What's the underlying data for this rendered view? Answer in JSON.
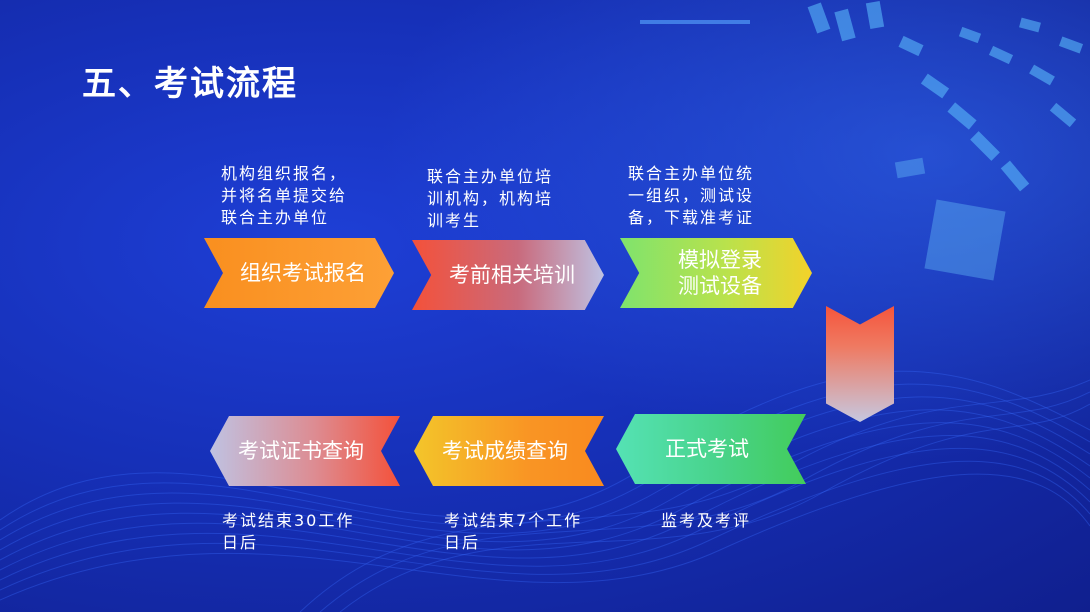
{
  "title": "五、考试流程",
  "steps": [
    {
      "label": "组织考试报名",
      "desc": "机构组织报名，\n并将名单提交给\n联合主办单位"
    },
    {
      "label": "考前相关培训",
      "desc": "联合主办单位培\n训机构，机构培\n训考生"
    },
    {
      "label": "模拟登录\n测试设备",
      "desc": "联合主办单位统\n一组织，测试设\n备，下载准考证"
    },
    {
      "label": "正式考试",
      "desc": "监考及考评"
    },
    {
      "label": "考试成绩查询",
      "desc": "考试结束7个工作\n日后"
    },
    {
      "label": "考试证书查询",
      "desc": "考试结束30工作\n日后"
    }
  ],
  "colors": {
    "orange": "#f98f1f",
    "red": "#f4513a",
    "green": "#7fe36d",
    "yellow": "#f3d22a",
    "teal": "#55e2b4",
    "lavender": "#bfc2e2"
  }
}
